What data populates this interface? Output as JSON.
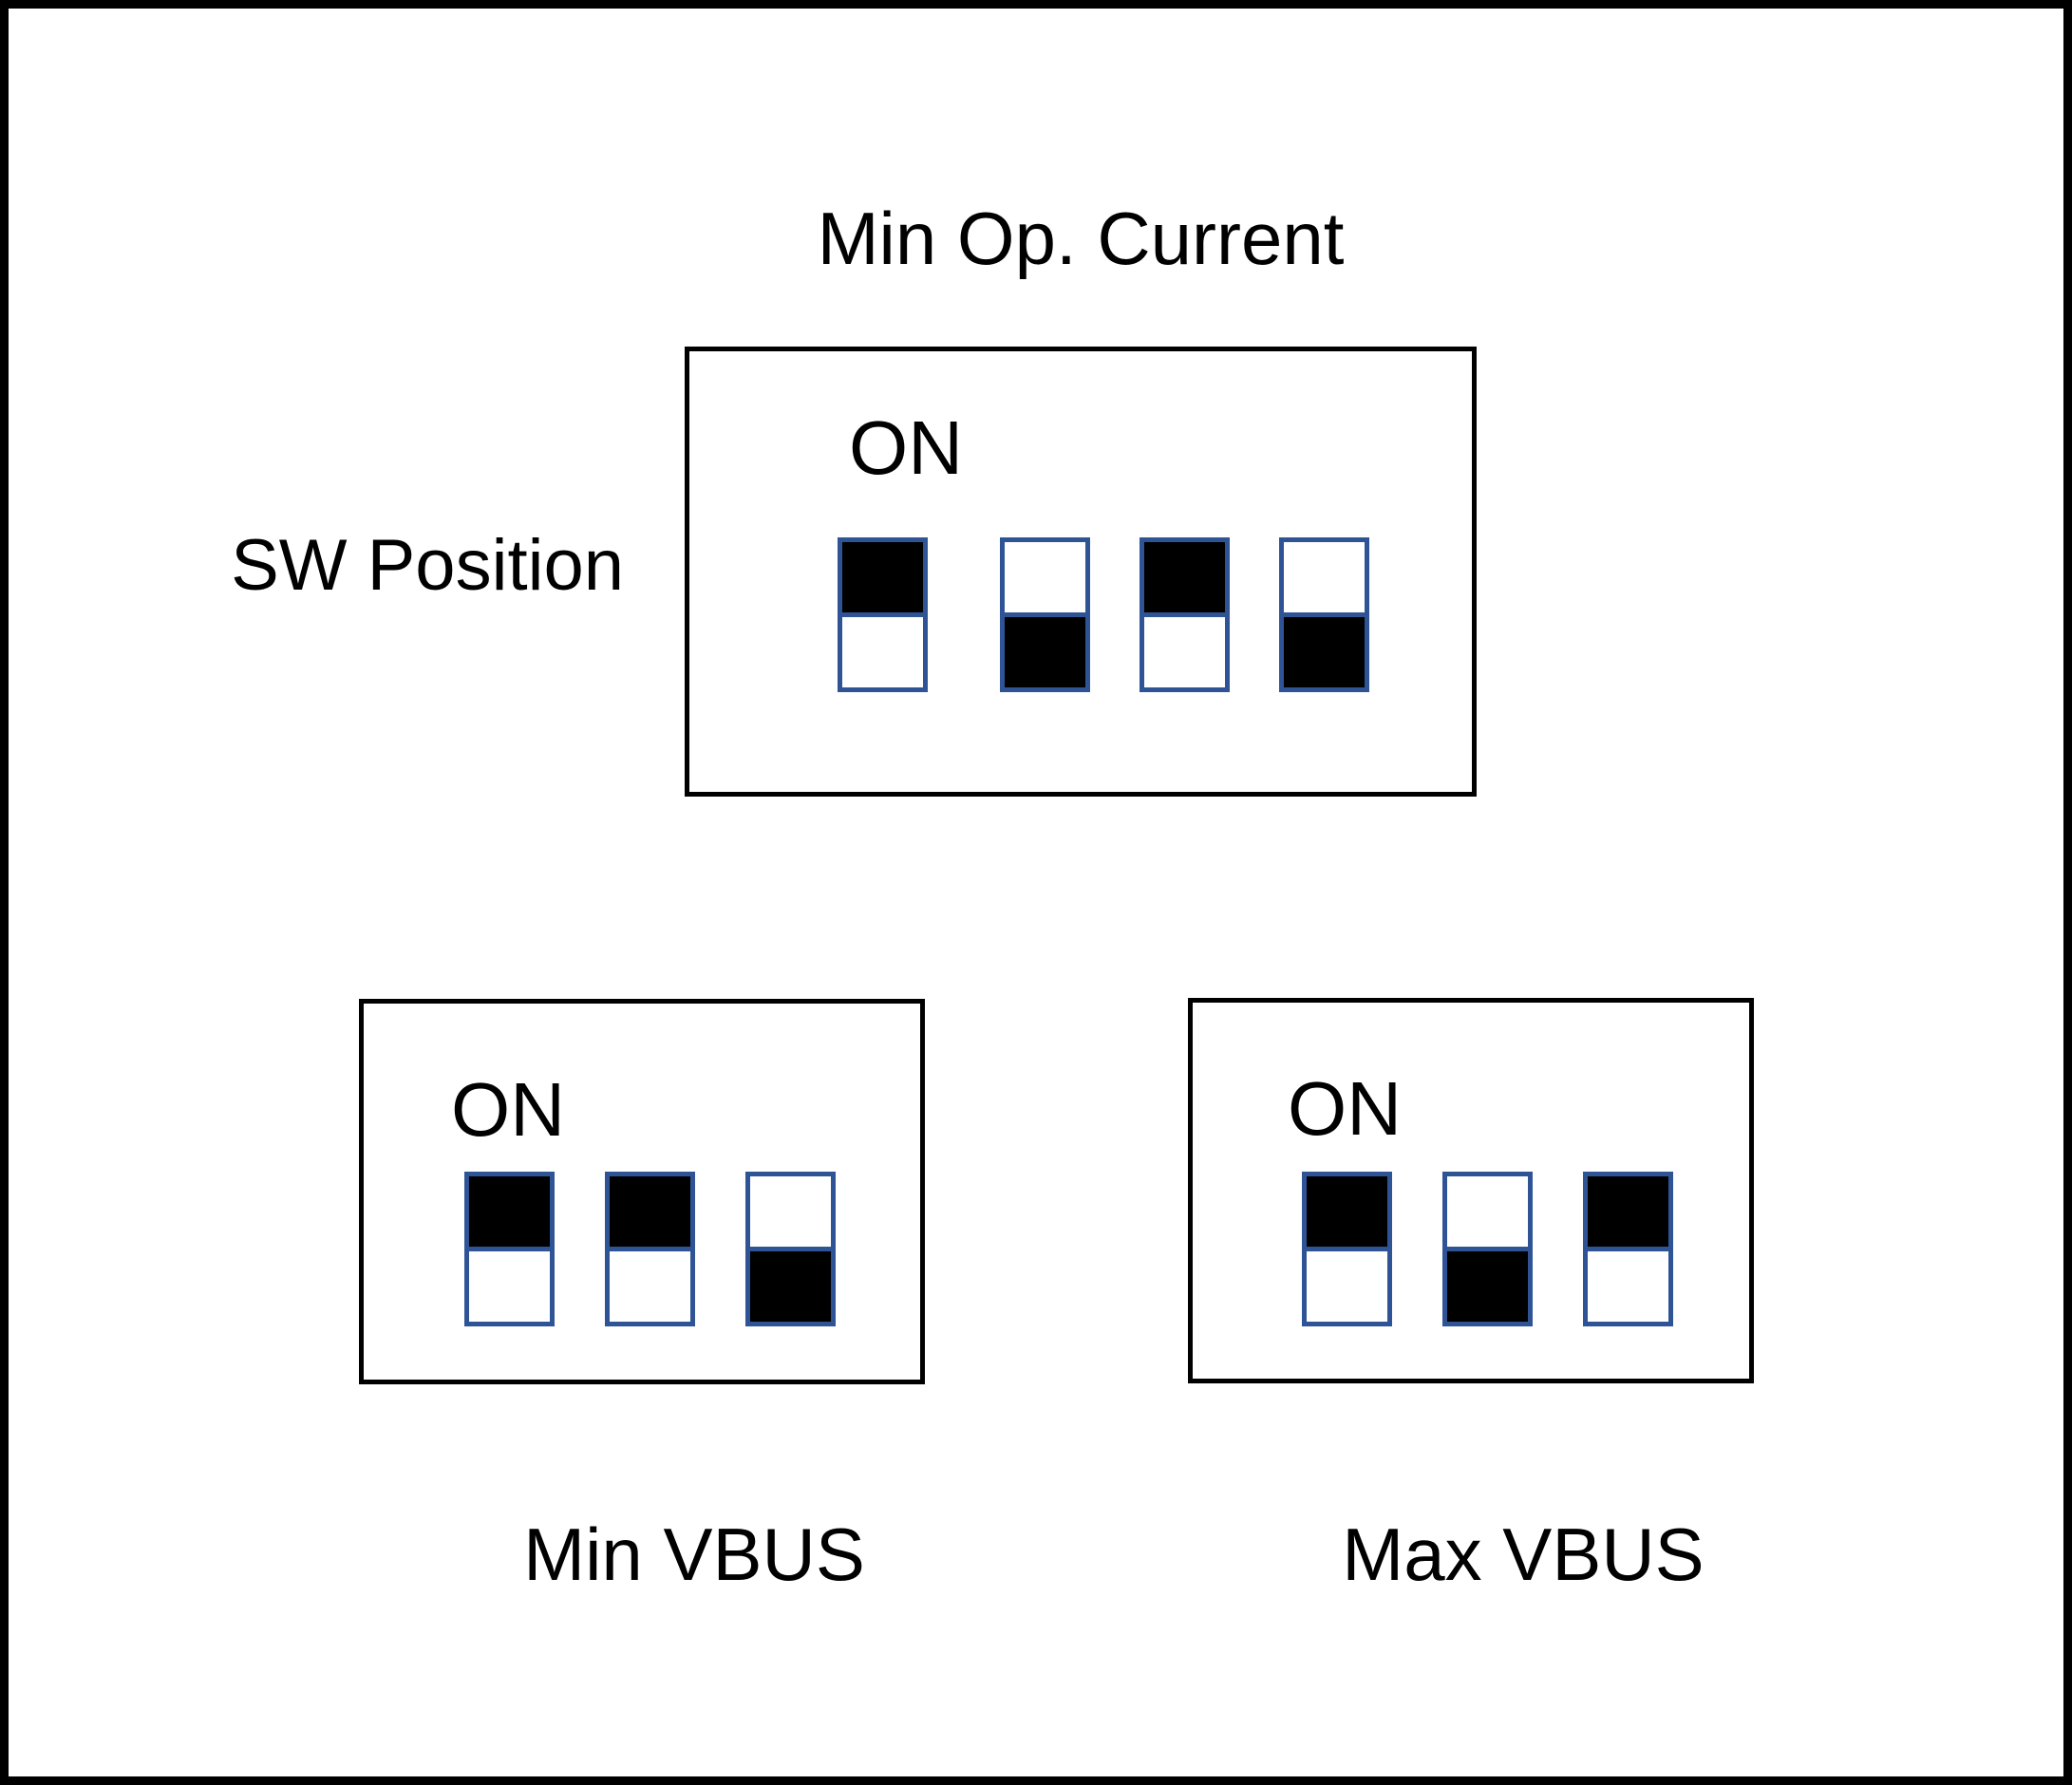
{
  "figure": {
    "title": "Min Op. Current",
    "row_label": "SW Position"
  },
  "colors": {
    "switch_border": "#2F5496",
    "switch_fill": "#000000",
    "box_border": "#000000",
    "text": "#000000"
  },
  "panels": [
    {
      "name": "min-op-current",
      "on_label": "ON",
      "switches": [
        "on",
        "off",
        "on",
        "off"
      ]
    },
    {
      "name": "min-vbus",
      "label": "Min VBUS",
      "on_label": "ON",
      "switches": [
        "on",
        "on",
        "off"
      ]
    },
    {
      "name": "max-vbus",
      "label": "Max VBUS",
      "on_label": "ON",
      "switches": [
        "on",
        "off",
        "on"
      ]
    }
  ]
}
